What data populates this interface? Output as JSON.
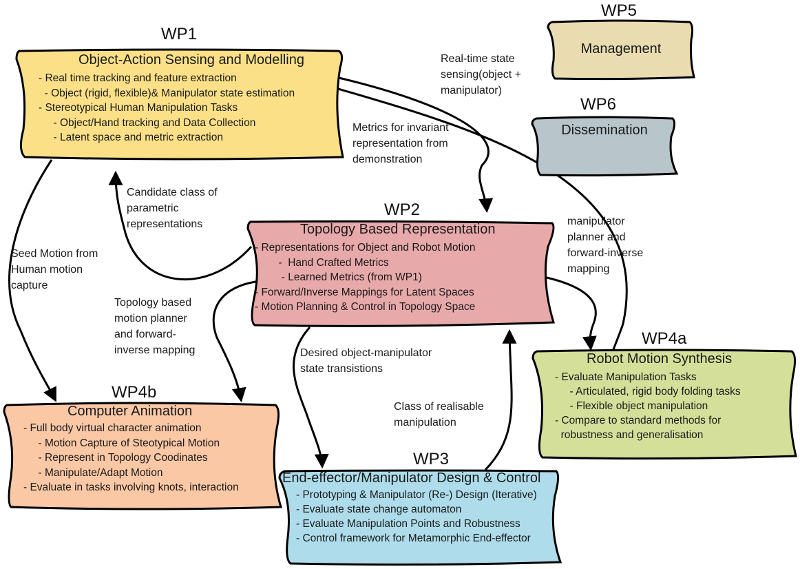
{
  "work_packages": {
    "wp1": {
      "id": "WP1",
      "title": "Object-Action Sensing and Modelling",
      "color": "#fbe087",
      "items": [
        "- Real time tracking and feature extraction",
        "  - Object (rigid, flexible)& Manipulator state estimation",
        "- Stereotypical Human Manipulation Tasks",
        "     - Object/Hand tracking and Data Collection",
        "     - Latent space and metric extraction"
      ]
    },
    "wp2": {
      "id": "WP2",
      "title": "Topology Based Representation",
      "color": "#e8a9aa",
      "items": [
        "- Representations for Object and Robot Motion",
        "        -  Hand Crafted Metrics",
        "         - Learned Metrics (from WP1)",
        "- Forward/Inverse Mappings for Latent Spaces",
        "- Motion Planning & Control in Topology Space"
      ]
    },
    "wp3": {
      "id": "WP3",
      "title": "End-effector/Manipulator Design & Control",
      "color": "#aedcea",
      "items": [
        "- Prototyping & Manipulator (Re-) Design (Iterative)",
        "- Evaluate state change automaton",
        "- Evaluate Manipulation Points and Robustness",
        "- Control framework for Metamorphic End-effector"
      ]
    },
    "wp4a": {
      "id": "WP4a",
      "title": "Robot Motion Synthesis",
      "color": "#d4e09a",
      "items": [
        "- Evaluate Manipulation Tasks",
        "     - Articulated, rigid body folding tasks",
        "     - Flexible object manipulation",
        "- Compare to standard methods for",
        "  robustness and generalisation"
      ]
    },
    "wp4b": {
      "id": "WP4b",
      "title": "Computer Animation",
      "color": "#fbc8a6",
      "items": [
        "- Full body virtual character animation",
        "     - Motion Capture of Steotypical Motion",
        "     - Represent in Topology Coodinates",
        "     - Manipulate/Adapt Motion",
        "- Evaluate in tasks involving knots, interaction"
      ]
    },
    "wp5": {
      "id": "WP5",
      "title": "Management",
      "color": "#e9dcb0",
      "items": []
    },
    "wp6": {
      "id": "WP6",
      "title": "Dissemination",
      "color": "#b8c6cb",
      "items": []
    }
  },
  "edge_labels": {
    "realtime_state": "Real-time state\nsensing(object +\nmanipulator)",
    "metrics_invariant": "Metrics for invariant\nrepresentation from\ndemonstration",
    "candidate_class": "Candidate class of\nparametric\nrepresentations",
    "seed_motion": "Seed Motion from\nHuman motion\ncapture",
    "topology_planner": "Topology based\nmotion planner\nand forward-\ninverse mapping",
    "manipulator_planner": "manipulator\nplanner and\nforward-inverse\nmapping",
    "desired_transitions": "Desired object-manipulator\nstate transistions",
    "class_realisable": "Class of realisable\nmanipulation"
  }
}
